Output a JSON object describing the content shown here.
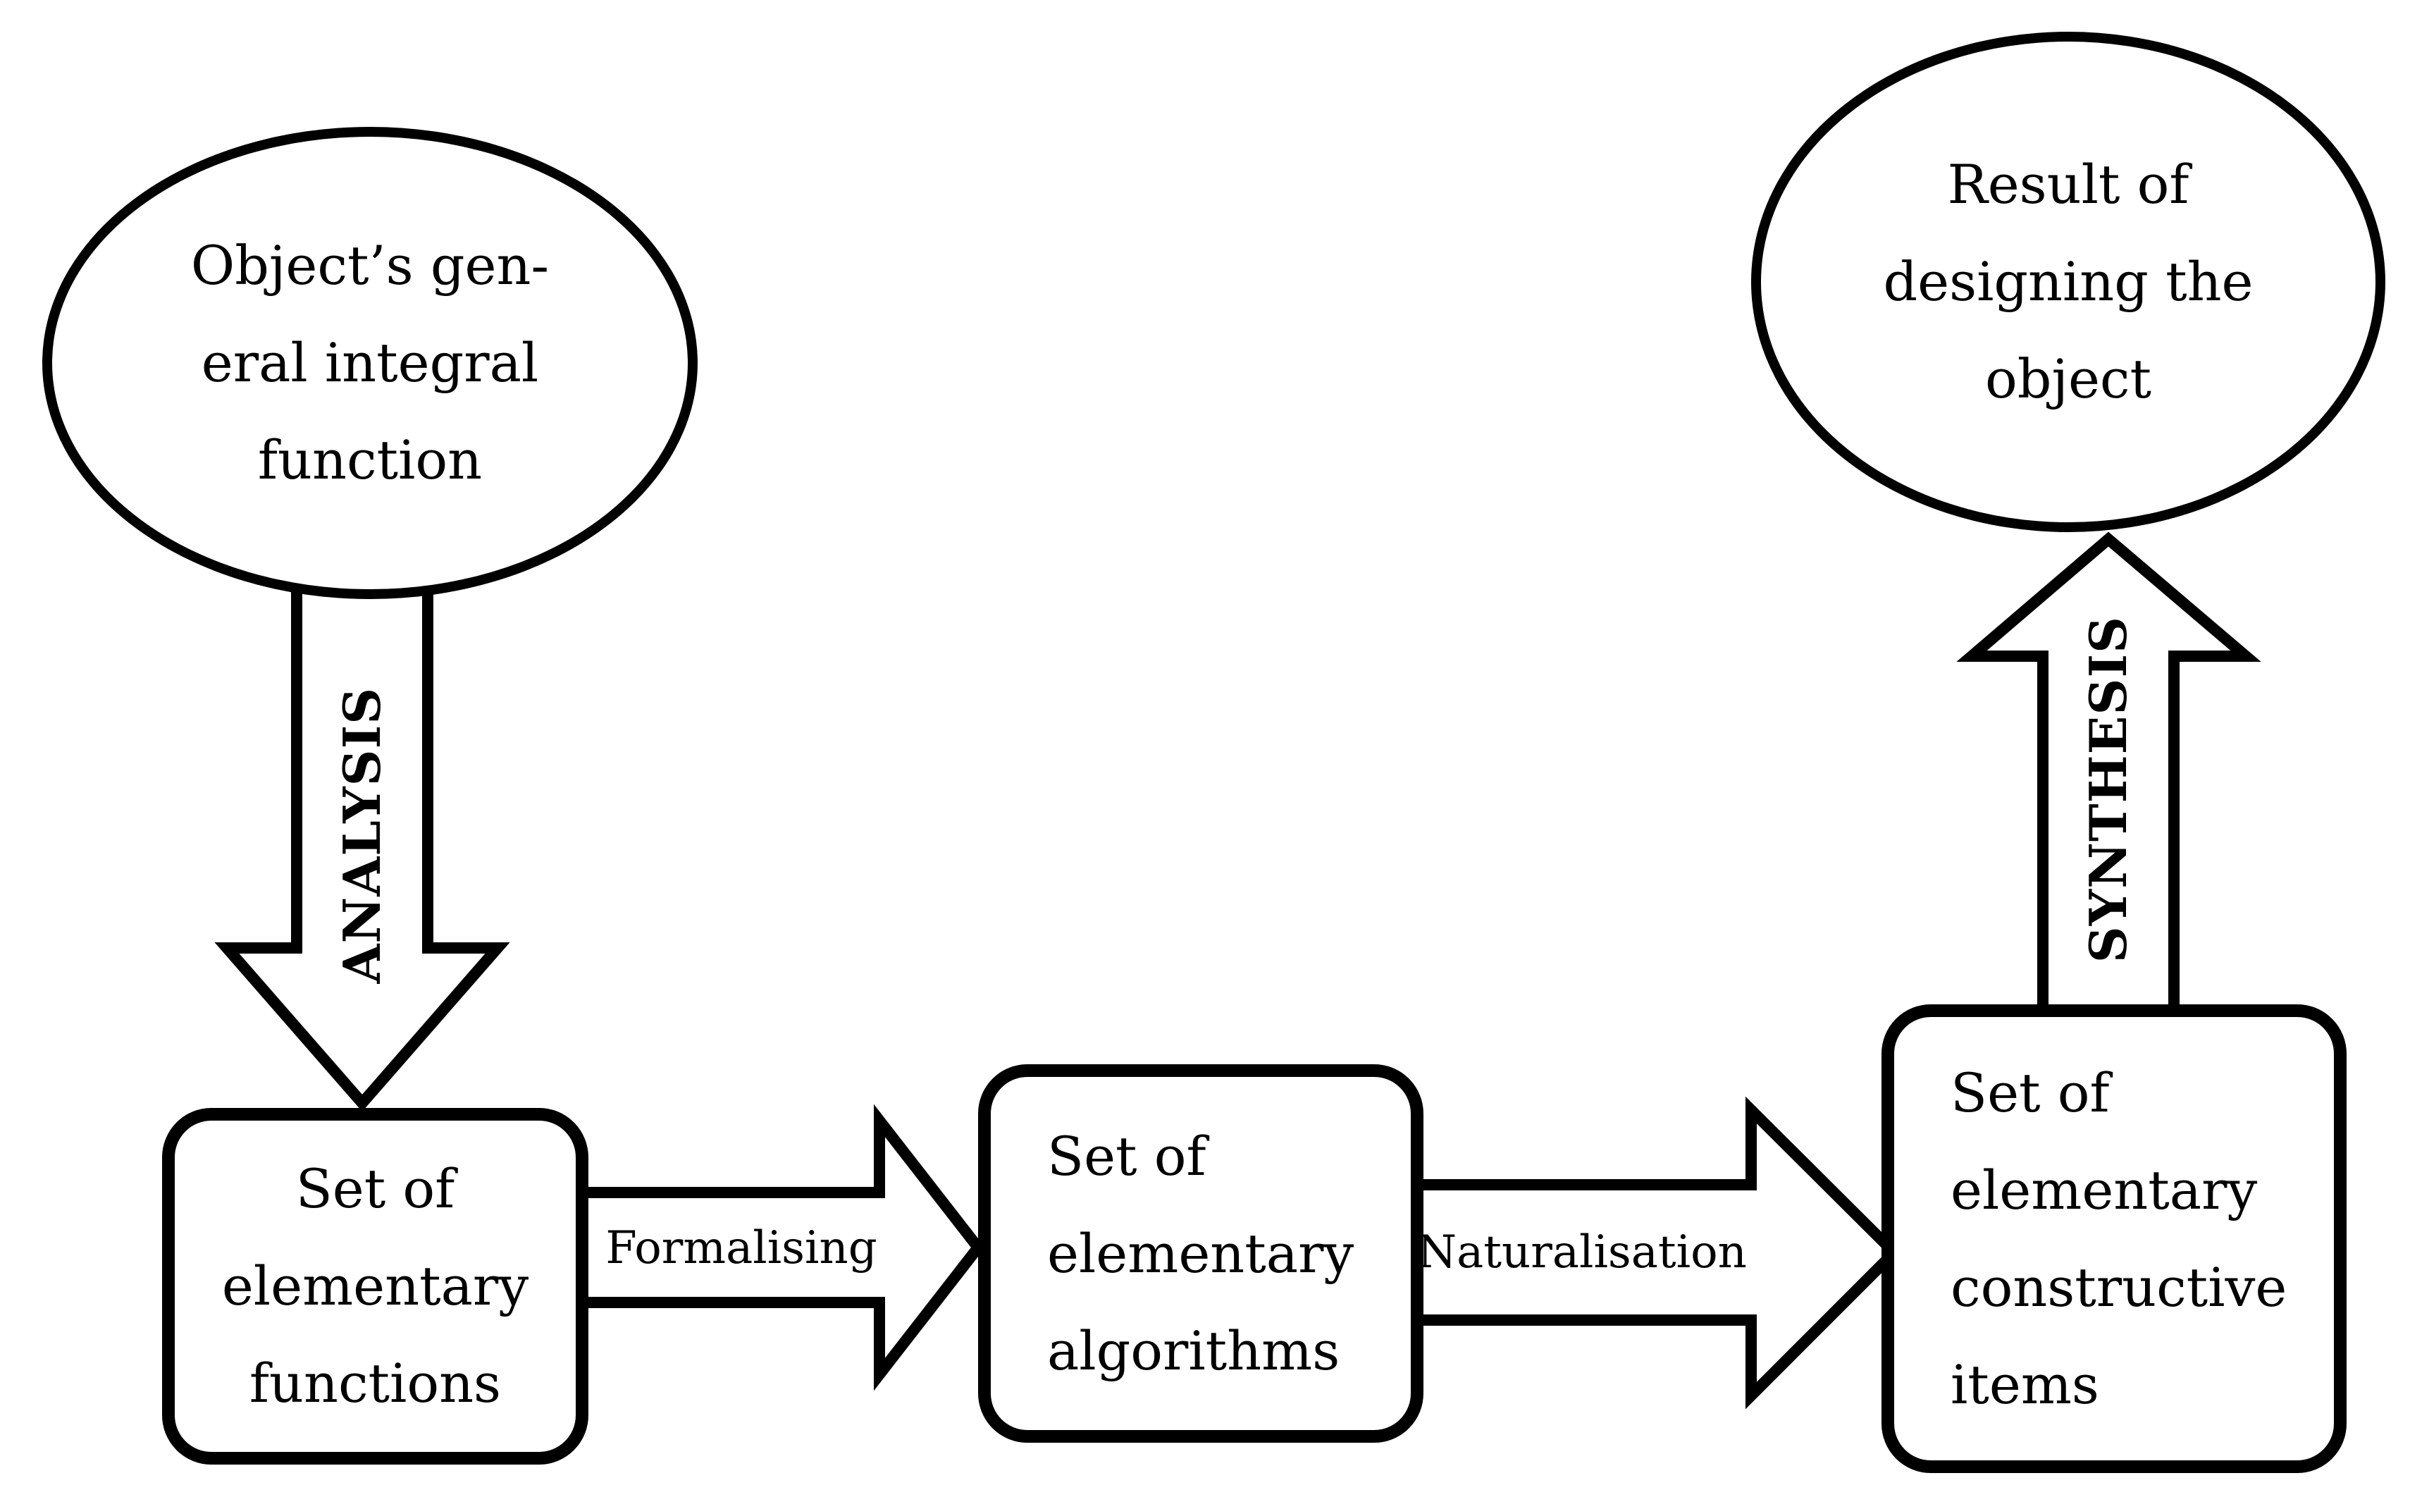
{
  "colors": {
    "background": "#ffffff",
    "line": "#000000",
    "text": "#000000"
  },
  "diagram": {
    "nodes": [
      {
        "id": "object-general-integral-function",
        "shape": "ellipse",
        "label": "Object’s gen-\neral integral\nfunction"
      },
      {
        "id": "set-of-elementary-functions",
        "shape": "rounded-rectangle",
        "label": "Set of\nelementary\nfunctions"
      },
      {
        "id": "set-of-elementary-algorithms",
        "shape": "rounded-rectangle",
        "label": "Set of\nelementary\nalgorithms"
      },
      {
        "id": "set-of-elementary-constructive-items",
        "shape": "rounded-rectangle",
        "label": "Set of\nelementary\nconstructive\nitems"
      },
      {
        "id": "result-of-designing-the-object",
        "shape": "ellipse",
        "label": "Result of\ndesigning the\nobject"
      }
    ],
    "arrows": [
      {
        "id": "analysis",
        "label": "ANALYSIS",
        "direction": "down",
        "from": "object-general-integral-function",
        "to": "set-of-elementary-functions"
      },
      {
        "id": "formalising",
        "label": "Formalising",
        "direction": "right",
        "from": "set-of-elementary-functions",
        "to": "set-of-elementary-algorithms"
      },
      {
        "id": "naturalisation",
        "label": "Naturalisation",
        "direction": "right",
        "from": "set-of-elementary-algorithms",
        "to": "set-of-elementary-constructive-items"
      },
      {
        "id": "synthesis",
        "label": "SYNTHESIS",
        "direction": "up",
        "from": "set-of-elementary-constructive-items",
        "to": "result-of-designing-the-object"
      }
    ]
  }
}
